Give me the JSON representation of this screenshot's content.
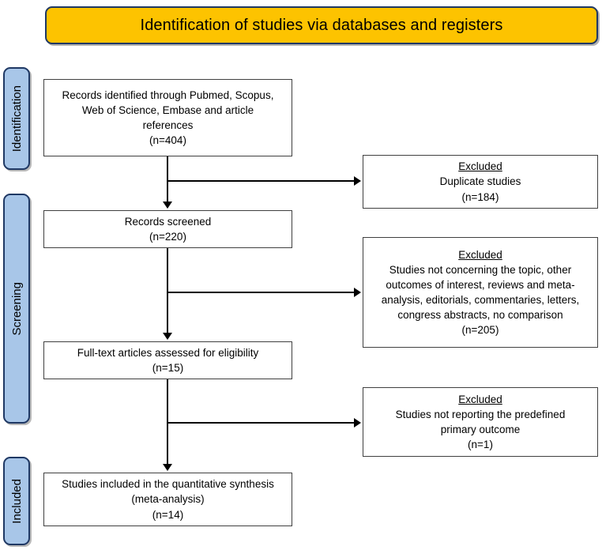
{
  "header": {
    "title": "Identification of studies via databases and registers",
    "fill_color": "#FDC300",
    "border_color": "#1F3864"
  },
  "stages": [
    {
      "key": "identification",
      "label": "Identification",
      "fill_color": "#A8C6E8"
    },
    {
      "key": "screening",
      "label": "Screening",
      "fill_color": "#A8C6E8"
    },
    {
      "key": "included",
      "label": "Included",
      "fill_color": "#A8C6E8"
    }
  ],
  "flow": {
    "identified": {
      "line1": "Records identified through Pubmed, Scopus,",
      "line2": "Web of Science, Embase and article",
      "line3": "references",
      "count": "(n=404)"
    },
    "screened": {
      "line1": "Records screened",
      "count": "(n=220)"
    },
    "fulltext": {
      "line1": "Full-text articles assessed for eligibility",
      "count": "(n=15)"
    },
    "included": {
      "line1": "Studies included in the quantitative synthesis",
      "line2": "(meta-analysis)",
      "count": "(n=14)"
    }
  },
  "excluded": {
    "duplicates": {
      "heading": "Excluded",
      "line1": "Duplicate studies",
      "count": "(n=184)"
    },
    "topic": {
      "heading": "Excluded",
      "line1": "Studies not concerning the topic, other",
      "line2": "outcomes of interest, reviews and meta-",
      "line3": "analysis, editorials, commentaries, letters,",
      "line4": "congress abstracts, no comparison",
      "count": "(n=205)"
    },
    "outcome": {
      "heading": "Excluded",
      "line1": "Studies not reporting the predefined",
      "line2": "primary outcome",
      "count": "(n=1)"
    }
  },
  "chart_data": {
    "type": "diagram",
    "title": "Identification of studies via databases and registers",
    "nodes": [
      {
        "id": "identified",
        "stage": "Identification",
        "label": "Records identified through Pubmed, Scopus, Web of Science, Embase and article references",
        "n": 404
      },
      {
        "id": "excluded_duplicates",
        "stage": "Identification",
        "label": "Excluded - Duplicate studies",
        "n": 184
      },
      {
        "id": "screened",
        "stage": "Screening",
        "label": "Records screened",
        "n": 220
      },
      {
        "id": "excluded_topic",
        "stage": "Screening",
        "label": "Excluded - Studies not concerning the topic, other outcomes of interest, reviews and meta-analysis, editorials, commentaries, letters, congress abstracts, no comparison",
        "n": 205
      },
      {
        "id": "fulltext",
        "stage": "Screening",
        "label": "Full-text articles assessed for eligibility",
        "n": 15
      },
      {
        "id": "excluded_outcome",
        "stage": "Screening",
        "label": "Excluded - Studies not reporting the predefined primary outcome",
        "n": 1
      },
      {
        "id": "included",
        "stage": "Included",
        "label": "Studies included in the quantitative synthesis (meta-analysis)",
        "n": 14
      }
    ],
    "edges": [
      {
        "from": "identified",
        "to": "screened"
      },
      {
        "from": "identified",
        "to": "excluded_duplicates"
      },
      {
        "from": "screened",
        "to": "fulltext"
      },
      {
        "from": "screened",
        "to": "excluded_topic"
      },
      {
        "from": "fulltext",
        "to": "included"
      },
      {
        "from": "fulltext",
        "to": "excluded_outcome"
      }
    ]
  }
}
